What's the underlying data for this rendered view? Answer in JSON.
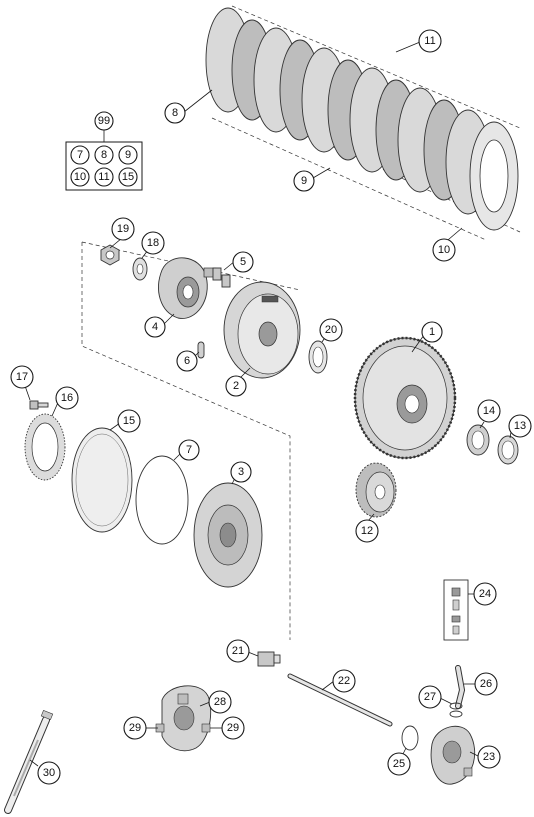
{
  "callouts": [
    {
      "id": "c1",
      "label": "1"
    },
    {
      "id": "c2",
      "label": "2"
    },
    {
      "id": "c3",
      "label": "3"
    },
    {
      "id": "c4",
      "label": "4"
    },
    {
      "id": "c5",
      "label": "5"
    },
    {
      "id": "c6",
      "label": "6"
    },
    {
      "id": "c7",
      "label": "7"
    },
    {
      "id": "c8",
      "label": "8"
    },
    {
      "id": "c9",
      "label": "9"
    },
    {
      "id": "c10",
      "label": "10"
    },
    {
      "id": "c11",
      "label": "11"
    },
    {
      "id": "c12",
      "label": "12"
    },
    {
      "id": "c13",
      "label": "13"
    },
    {
      "id": "c14",
      "label": "14"
    },
    {
      "id": "c15",
      "label": "15"
    },
    {
      "id": "c16",
      "label": "16"
    },
    {
      "id": "c17",
      "label": "17"
    },
    {
      "id": "c18",
      "label": "18"
    },
    {
      "id": "c19",
      "label": "19"
    },
    {
      "id": "c20",
      "label": "20"
    },
    {
      "id": "c21",
      "label": "21"
    },
    {
      "id": "c22",
      "label": "22"
    },
    {
      "id": "c23",
      "label": "23"
    },
    {
      "id": "c24",
      "label": "24"
    },
    {
      "id": "c25",
      "label": "25"
    },
    {
      "id": "c26",
      "label": "26"
    },
    {
      "id": "c27",
      "label": "27"
    },
    {
      "id": "c28",
      "label": "28"
    },
    {
      "id": "c29a",
      "label": "29"
    },
    {
      "id": "c29b",
      "label": "29"
    },
    {
      "id": "c30",
      "label": "30"
    }
  ],
  "kit": {
    "label": "99",
    "items": [
      "7",
      "8",
      "9",
      "10",
      "11",
      "15"
    ]
  },
  "colors": {
    "part_fill": "#d9d9d9",
    "part_dark": "#8c8c8c",
    "line": "#1a1a1a"
  }
}
